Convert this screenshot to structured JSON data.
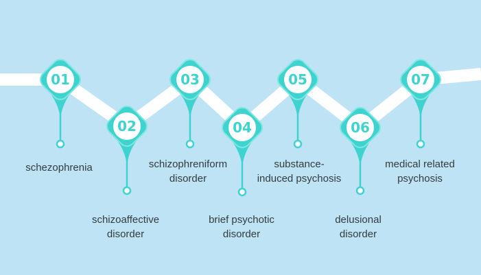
{
  "colors": {
    "background": "#bde3f5",
    "path": "#ffffff",
    "accent": "#3fd3cf",
    "accent_light": "#7fe6e2",
    "badge_inner": "#ffffff",
    "text": "#333b40"
  },
  "steps": [
    {
      "number": "01",
      "label_lines": [
        "schezophrenia"
      ],
      "position": "top"
    },
    {
      "number": "02",
      "label_lines": [
        "schizoaffective",
        "disorder"
      ],
      "position": "bottom"
    },
    {
      "number": "03",
      "label_lines": [
        "schizophreniform",
        "disorder"
      ],
      "position": "top"
    },
    {
      "number": "04",
      "label_lines": [
        "brief psychotic",
        "disorder"
      ],
      "position": "bottom"
    },
    {
      "number": "05",
      "label_lines": [
        "substance-",
        "induced psychosis"
      ],
      "position": "top"
    },
    {
      "number": "06",
      "label_lines": [
        "delusional",
        "disorder"
      ],
      "position": "bottom"
    },
    {
      "number": "07",
      "label_lines": [
        "medical related",
        "psychosis"
      ],
      "position": "top"
    }
  ]
}
